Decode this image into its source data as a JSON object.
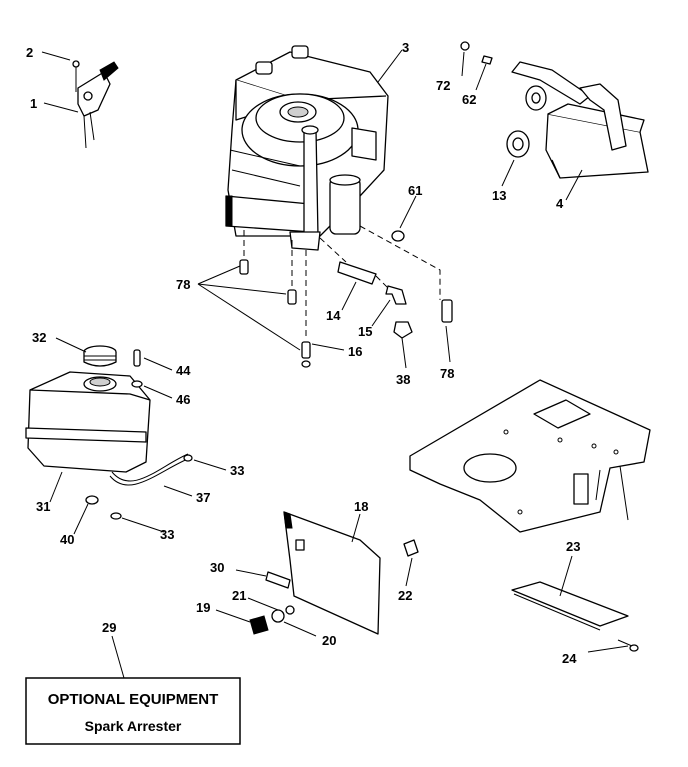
{
  "labels": {
    "n1": "1",
    "n2": "2",
    "n3": "3",
    "n4": "4",
    "n13": "13",
    "n14": "14",
    "n15": "15",
    "n16": "16",
    "n18": "18",
    "n19": "19",
    "n20": "20",
    "n21": "21",
    "n22": "22",
    "n23": "23",
    "n24": "24",
    "n29": "29",
    "n30": "30",
    "n31": "31",
    "n32": "32",
    "n33a": "33",
    "n33b": "33",
    "n37": "37",
    "n38": "38",
    "n40": "40",
    "n44": "44",
    "n46": "46",
    "n61": "61",
    "n62": "62",
    "n72": "72",
    "n78a": "78",
    "n78b": "78"
  },
  "optional_box": {
    "title": "OPTIONAL EQUIPMENT",
    "subtitle": "Spark Arrester"
  }
}
